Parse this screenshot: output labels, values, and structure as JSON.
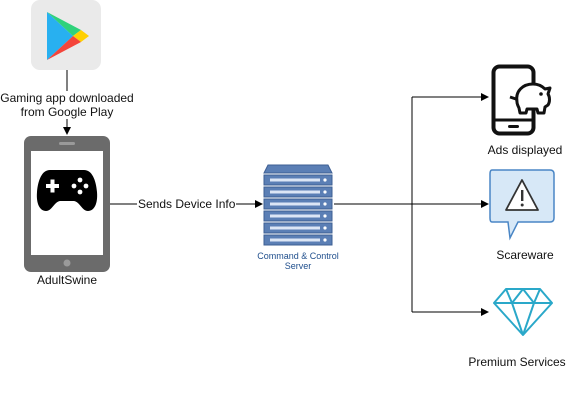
{
  "nodes": {
    "source_caption": "Gaming app downloaded\nfrom Google Play",
    "phone_label": "AdultSwine",
    "edge_label": "Sends Device Info",
    "server_label": "Command & Control\nServer",
    "outputs": [
      {
        "label": "Ads displayed",
        "icon": "mobile-piggy-bank-icon"
      },
      {
        "label": "Scareware",
        "icon": "warning-speech-bubble-icon"
      },
      {
        "label": "Premium Services",
        "icon": "diamond-icon"
      }
    ]
  },
  "colors": {
    "phone_body": "#6b6b6b",
    "gamepad": "#000000",
    "server": "#5b7fb5",
    "bubble_fill": "#d7e8f7",
    "bubble_stroke": "#4a86c5",
    "diamond": "#2aa8c9",
    "play_green": "#2fd27b",
    "play_blue": "#28b0f0",
    "play_yellow": "#ffd000",
    "play_red": "#f4453b",
    "tile": "#eaeaea"
  }
}
